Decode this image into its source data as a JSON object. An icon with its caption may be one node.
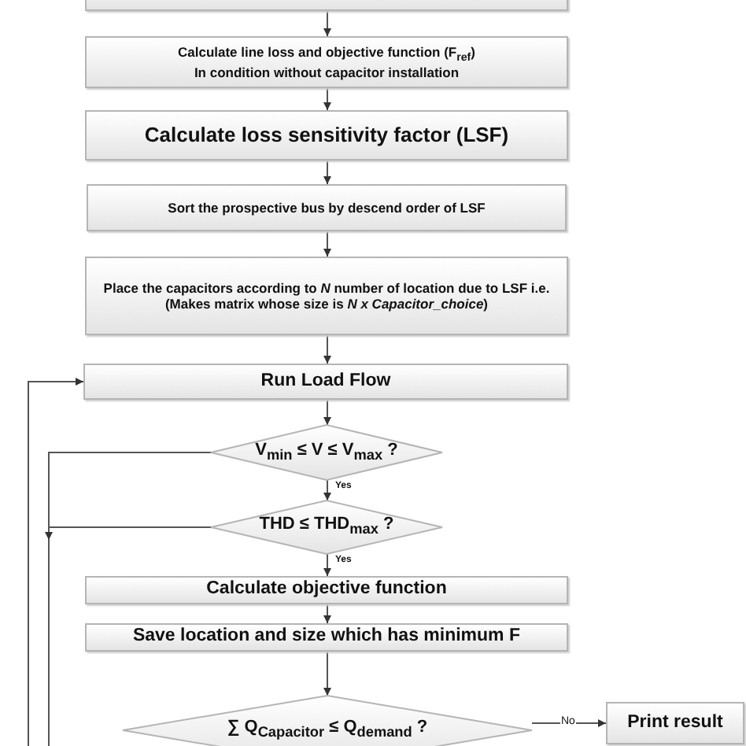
{
  "diagram": {
    "nodes": [
      {
        "text": [],
        "shape": "box"
      },
      {
        "text": [
          "Calculate line loss and objective function (F$_{ref}$)",
          "In condition without capacitor installation"
        ]
      },
      {
        "text": [
          "Calculate loss sensitivity factor (LSF)"
        ]
      },
      {
        "text": [
          "Sort the prospective bus by descend order of LSF"
        ]
      },
      {
        "text": [
          "Place the capacitors according to *N* number of location due to LSF i.e. (Makes matrix whose size is *N x Capacitor_choice*)"
        ]
      },
      {
        "text": [
          "Run Load Flow"
        ]
      },
      {
        "text": [
          "V$_{min}$ ≤ V ≤  V$_{max}$ ?"
        ]
      },
      {
        "text": [
          "THD ≤  THD$_{max}$ ?"
        ]
      },
      {
        "text": [
          "Calculate objective function"
        ]
      },
      {
        "text": [
          "Save location and size which has minimum F"
        ]
      },
      {
        "text": [
          "∑ Q$_{Capacitor}$ ≤  Q$_{demand}$ ?"
        ]
      },
      {
        "text": [
          "Print result"
        ]
      }
    ],
    "edges": [
      {
        "from": 0,
        "to": 1,
        "arrow": "to"
      },
      {
        "from": 1,
        "to": 2,
        "arrow": "to"
      },
      {
        "from": 2,
        "to": 3,
        "arrow": "to"
      },
      {
        "from": 3,
        "to": 4,
        "arrow": "to"
      },
      {
        "from": 4,
        "to": 5,
        "arrow": "to"
      },
      {
        "from": 5,
        "to": 6,
        "arrow": "to"
      },
      {
        "from": 6,
        "to": 7,
        "arrow": "to",
        "label": "Yes"
      },
      {
        "from": 7,
        "to": 8,
        "arrow": "to",
        "label": "Yes"
      },
      {
        "from": 8,
        "to": 9,
        "arrow": "to"
      },
      {
        "from": 9,
        "to": 10,
        "arrow": "to"
      },
      {
        "from": 10,
        "to": 11,
        "arrow": "to",
        "label": "No"
      },
      {
        "from": 6,
        "to": null,
        "arrow": "none"
      },
      {
        "from": 7,
        "to": null,
        "arrow": "to"
      },
      {
        "from": null,
        "to": 5,
        "arrow": "to"
      }
    ]
  }
}
